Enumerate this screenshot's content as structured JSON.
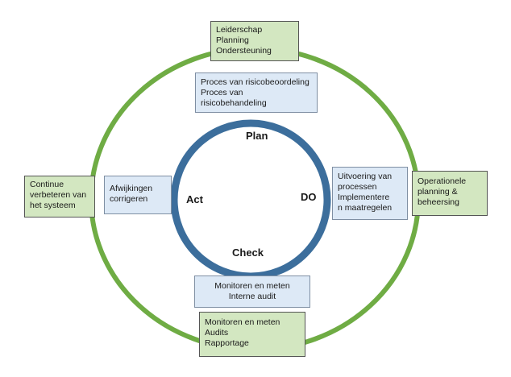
{
  "colors": {
    "outer_ring": "#6fac44",
    "inner_ring": "#3c6e9c",
    "green_box_fill": "#d3e7c1",
    "blue_box_fill": "#dde9f6"
  },
  "phases": {
    "plan": "Plan",
    "do": "DO",
    "check": "Check",
    "act": "Act"
  },
  "outer_boxes": {
    "top": [
      "Leiderschap",
      "Planning",
      "Ondersteuning"
    ],
    "right": [
      "Operationele",
      "planning &",
      "beheersing"
    ],
    "bottom": [
      "Monitoren en meten",
      "Audits",
      "Rapportage"
    ],
    "left": [
      "Continue",
      "verbeteren van",
      "het systeem"
    ]
  },
  "inner_boxes": {
    "plan": [
      "Proces van risicobeoordeling",
      "Proces van",
      "risicobehandeling"
    ],
    "do": [
      "Uitvoering van",
      "processen",
      "Implementere",
      "n maatregelen"
    ],
    "check": [
      "Monitoren en meten",
      "Interne audit"
    ],
    "act": [
      "Afwijkingen",
      "corrigeren"
    ]
  }
}
